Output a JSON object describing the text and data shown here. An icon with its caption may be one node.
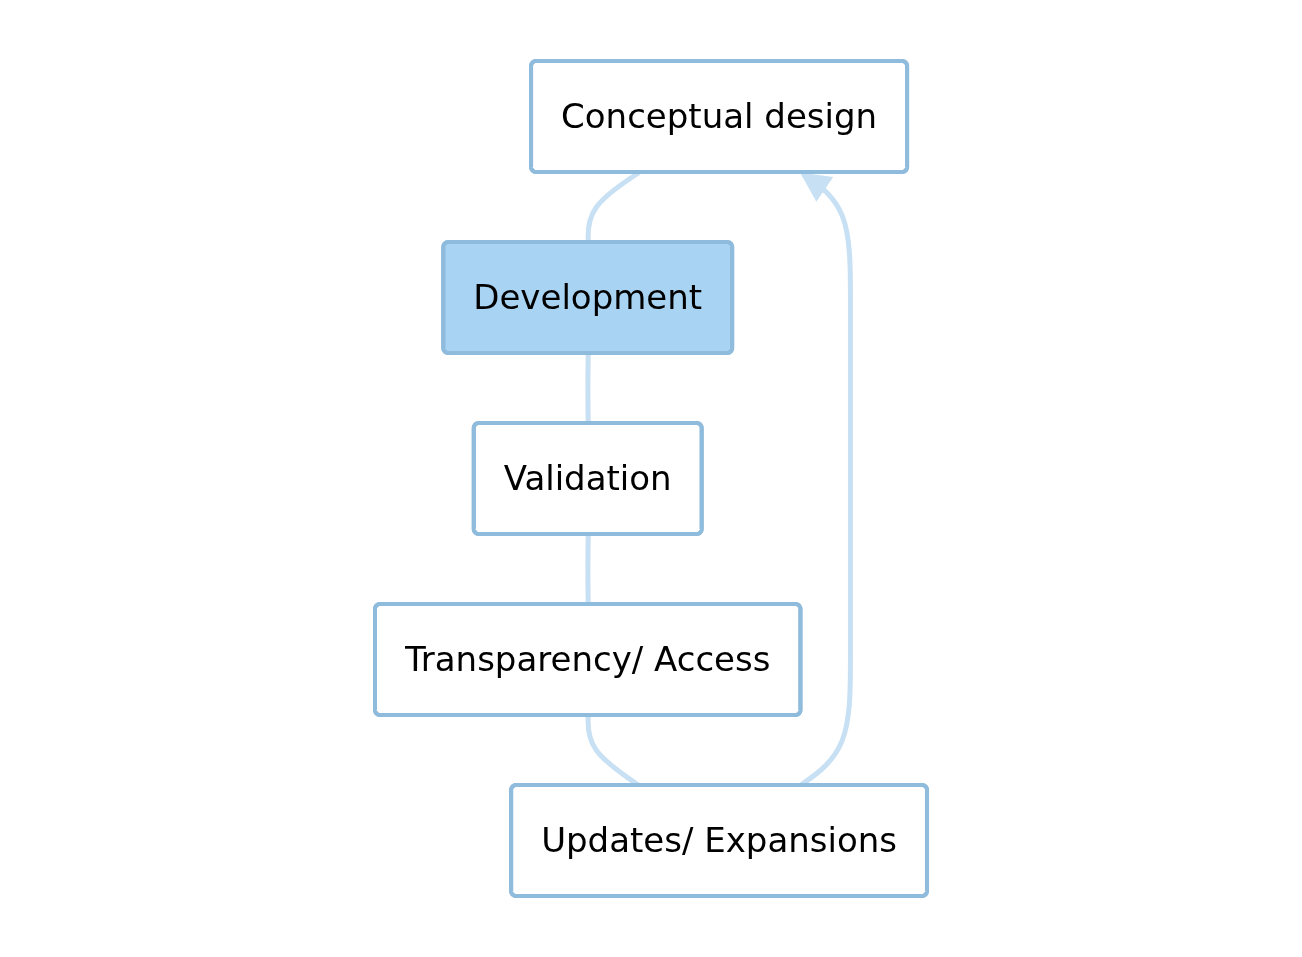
{
  "diagram": {
    "nodes": [
      {
        "text": [
          "Conceptual design"
        ]
      },
      {
        "text": [
          "Development"
        ]
      },
      {
        "text": [
          "Validation"
        ]
      },
      {
        "text": [
          "Transparency/ Access"
        ]
      },
      {
        "text": [
          "Updates/ Expansions"
        ]
      }
    ],
    "edges": [
      {
        "from": 0,
        "to": 1,
        "arrow": "none"
      },
      {
        "from": 1,
        "to": 2,
        "arrow": "none"
      },
      {
        "from": 2,
        "to": 3,
        "arrow": "none"
      },
      {
        "from": 3,
        "to": 4,
        "arrow": "none"
      },
      {
        "from": 4,
        "to": 0,
        "arrow": "to"
      }
    ]
  }
}
